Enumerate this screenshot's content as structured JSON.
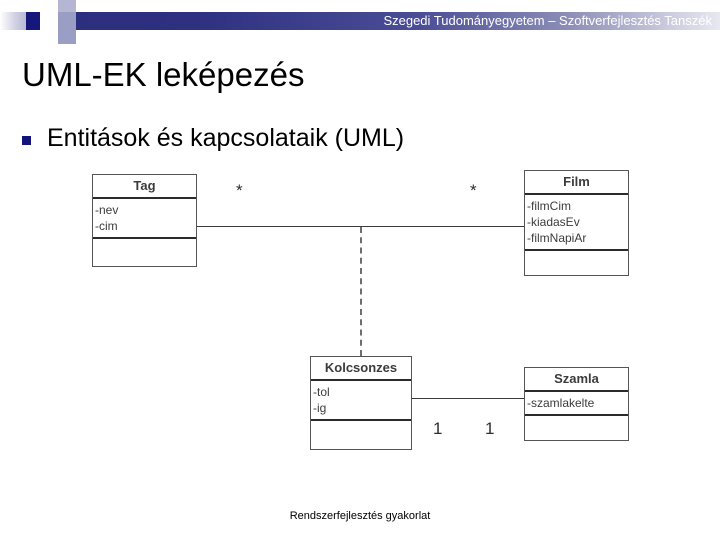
{
  "header": {
    "institution_line": "Szegedi Tudományegyetem – Szoftverfejlesztés Tanszék",
    "accent_color": "#2b2f7e",
    "band_light_color": "#c9cadd"
  },
  "slide": {
    "title": "UML-EK leképezés",
    "bullet": {
      "marker": "square-bullet-icon",
      "text": "Entitások és kapcsolataik (UML)"
    },
    "footer": "Rendszerfejlesztés gyakorlat"
  },
  "diagram": {
    "type": "uml-class-diagram",
    "classes": [
      {
        "id": "tag",
        "name": "Tag",
        "attributes": [
          "-nev",
          "-cim"
        ],
        "operations": []
      },
      {
        "id": "film",
        "name": "Film",
        "attributes": [
          "-filmCim",
          "-kiadasEv",
          "-filmNapiAr"
        ],
        "operations": []
      },
      {
        "id": "kolcsonzes",
        "name": "Kolcsonzes",
        "attributes": [
          "-tol",
          "-ig"
        ],
        "operations": []
      },
      {
        "id": "szamla",
        "name": "Szamla",
        "attributes": [
          "-szamlakelte"
        ],
        "operations": []
      }
    ],
    "associations": [
      {
        "id": "tag-film",
        "from": "Tag",
        "to": "Film",
        "from_multiplicity": "*",
        "to_multiplicity": "*",
        "style": "solid"
      },
      {
        "id": "kolcsonzes-szamla",
        "from": "Kolcsonzes",
        "to": "Szamla",
        "from_multiplicity": "1",
        "to_multiplicity": "1",
        "style": "solid"
      },
      {
        "id": "association-class-link",
        "from": "tag-film",
        "to": "Kolcsonzes",
        "from_multiplicity": "",
        "to_multiplicity": "",
        "style": "dashed"
      }
    ]
  }
}
